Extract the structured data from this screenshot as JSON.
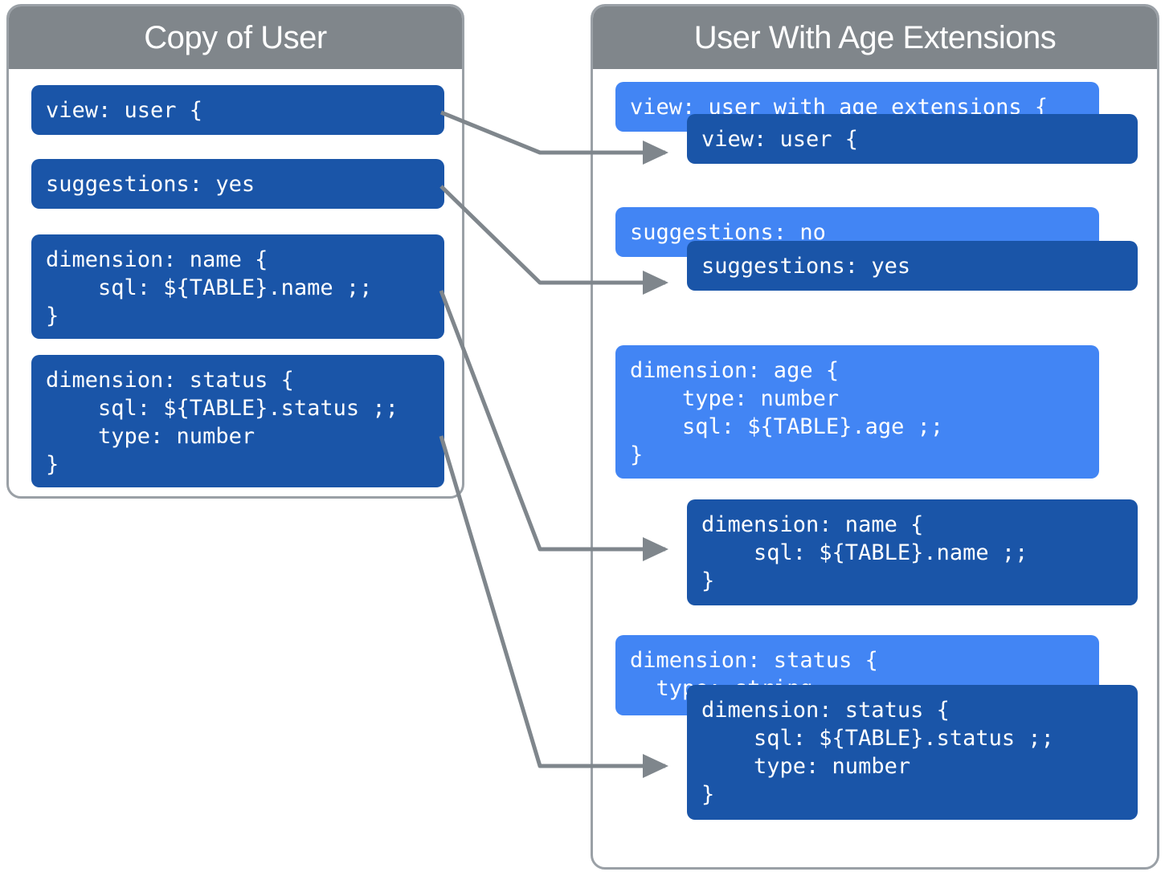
{
  "diagram": {
    "title_left": "Copy of User",
    "title_right": "User With Age Extensions",
    "colors": {
      "header_gray": "#80868B",
      "panel_border": "#9AA0A6",
      "code_dark_blue": "#1A55A8",
      "code_light_blue": "#4285F4",
      "connector_gray": "#7F868C",
      "text_white": "#FFFFFF",
      "background": "#FFFFFF"
    }
  },
  "left_panel": {
    "title": "Copy of User",
    "blocks": [
      {
        "id": "left-view",
        "shade": "dark",
        "text": "view: user {"
      },
      {
        "id": "left-suggestions",
        "shade": "dark",
        "text": "suggestions: yes"
      },
      {
        "id": "left-dimension-name",
        "shade": "dark",
        "text": "dimension: name {\n    sql: ${TABLE}.name ;;\n}"
      },
      {
        "id": "left-dimension-status",
        "shade": "dark",
        "text": "dimension: status {\n    sql: ${TABLE}.status ;;\n    type: number\n}"
      }
    ]
  },
  "right_panel": {
    "title": "User With Age Extensions",
    "blocks": [
      {
        "id": "right-view-extension",
        "shade": "light",
        "text": "view: user_with_age_extensions {"
      },
      {
        "id": "right-view-user",
        "shade": "dark",
        "text": "view: user {"
      },
      {
        "id": "right-suggestions-no",
        "shade": "light",
        "text": "suggestions: no"
      },
      {
        "id": "right-suggestions-yes",
        "shade": "dark",
        "text": "suggestions: yes"
      },
      {
        "id": "right-dimension-age",
        "shade": "light",
        "text": "dimension: age {\n    type: number\n    sql: ${TABLE}.age ;;\n}"
      },
      {
        "id": "right-dimension-name",
        "shade": "dark",
        "text": "dimension: name {\n    sql: ${TABLE}.name ;;\n}"
      },
      {
        "id": "right-dimension-status-light",
        "shade": "light",
        "text": "dimension: status {\n  type: string"
      },
      {
        "id": "right-dimension-status-dark",
        "shade": "dark",
        "text": "dimension: status {\n    sql: ${TABLE}.status ;;\n    type: number\n}"
      }
    ]
  },
  "connectors": [
    {
      "id": "connector-view",
      "from": "left-view",
      "to": "right-view-user"
    },
    {
      "id": "connector-suggestions",
      "from": "left-suggestions",
      "to": "right-suggestions-yes"
    },
    {
      "id": "connector-dimension-name",
      "from": "left-dimension-name",
      "to": "right-dimension-name"
    },
    {
      "id": "connector-dimension-status",
      "from": "left-dimension-status",
      "to": "right-dimension-status-dark"
    }
  ]
}
